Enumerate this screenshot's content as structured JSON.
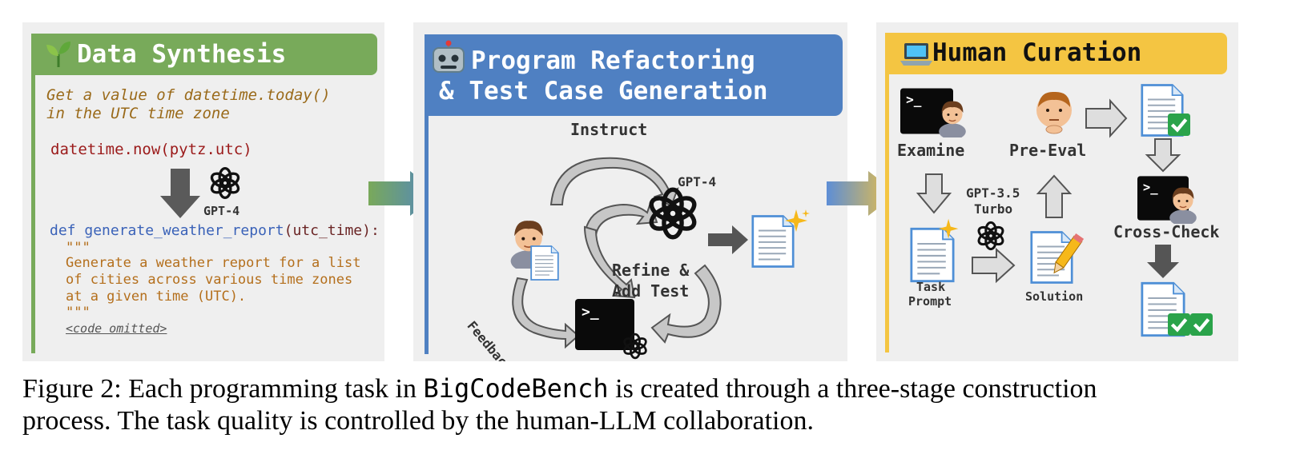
{
  "colors": {
    "synthesis": "#78aa5a",
    "refactor": "#4f80c2",
    "curation": "#f4c542",
    "panel_bg": "#efefef",
    "code_red": "#9b1a1a",
    "code_orange": "#b46f1c",
    "code_blue": "#3a62b8",
    "code_dark": "#6a2424"
  },
  "synthesis": {
    "title": "Data Synthesis",
    "icon": "seedling-icon",
    "instruction_line1": "Get a value of datetime.today()",
    "instruction_line2": "in the UTC time zone",
    "snippet": "datetime.now(pytz.utc)",
    "model_label": "GPT-4",
    "def_keyword": "def",
    "func_name": "generate_weather_report",
    "func_args": "(utc_time):",
    "docstring_open": "\"\"\"",
    "doc_line1": "Generate a weather report for a list",
    "doc_line2": "of cities across various time zones",
    "doc_line3": "at a given time (UTC).",
    "docstring_close": "\"\"\"",
    "omitted": "<code omitted>"
  },
  "refactor": {
    "title_line1": "Program Refactoring",
    "title_line2": "& Test Case Generation",
    "icon": "robot-icon",
    "instruct": "Instruct",
    "model_label": "GPT-4",
    "refine_line1": "Refine &",
    "refine_line2": "Add Test",
    "feedback": "Feedback"
  },
  "curation": {
    "title": "Human Curation",
    "icon": "laptop-icon",
    "examine": "Examine",
    "pre_eval": "Pre-Eval",
    "model_line1": "GPT-3.5",
    "model_line2": "Turbo",
    "task_line1": "Task",
    "task_line2": "Prompt",
    "solution": "Solution",
    "cross_check": "Cross-Check"
  },
  "caption": {
    "line1_a": "Figure 2: Each programming task in ",
    "line1_code": "BigCodeBench",
    "line1_b": " is created through a three-stage construction",
    "line2": "process. The task quality is controlled by the human-LLM collaboration."
  }
}
